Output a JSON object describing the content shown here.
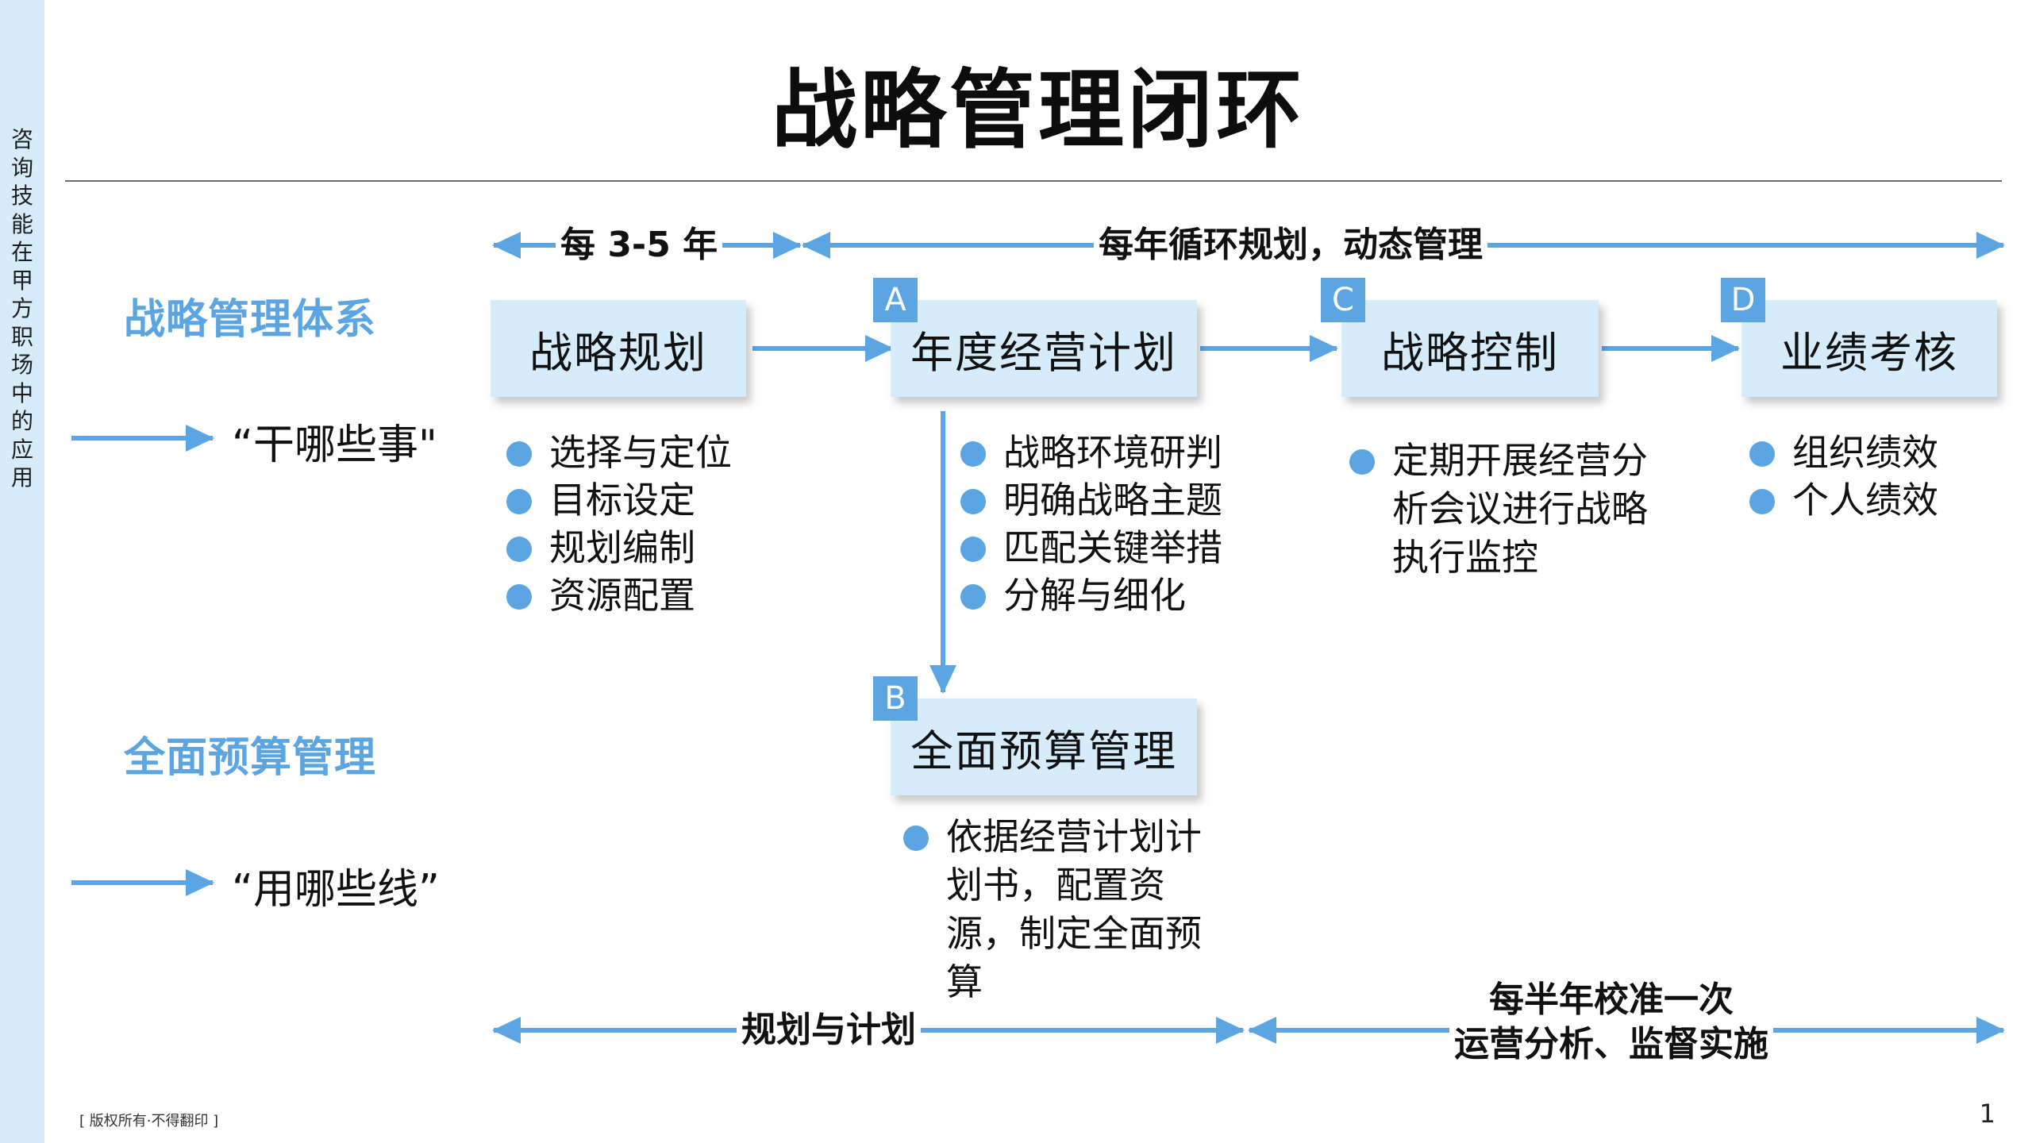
{
  "sidebar": {
    "text": "咨询技能在甲方职场中的应用"
  },
  "title": "战略管理闭环",
  "timing": {
    "every_3_5_years": "每 3-5 年",
    "annual_cycle": "每年循环规划，动态管理",
    "planning": "规划与计划",
    "half_year_line1": "每半年校准一次",
    "half_year_line2": "运营分析、监督实施"
  },
  "sections": {
    "strategy_system": "战略管理体系",
    "strategy_quote": "“干哪些事\"",
    "budget_system": "全面预算管理",
    "budget_quote": "“用哪些线”"
  },
  "boxes": {
    "strategic_planning": {
      "label": "战略规划",
      "bullets": [
        "选择与定位",
        "目标设定",
        "规划编制",
        "资源配置"
      ]
    },
    "annual_plan": {
      "badge": "A",
      "label": "年度经营计划",
      "bullets": [
        "战略环境研判",
        "明确战略主题",
        "匹配关键举措",
        "分解与细化"
      ]
    },
    "strategic_control": {
      "badge": "C",
      "label": "战略控制",
      "text_lines": [
        "定期开展经营分",
        "析会议进行战略",
        "执行监控"
      ]
    },
    "performance": {
      "badge": "D",
      "label": "业绩考核",
      "bullets": [
        "组织绩效",
        "个人绩效"
      ]
    },
    "budget": {
      "badge": "B",
      "label": "全面预算管理",
      "text_lines": [
        "依据经营计划计",
        "划书，配置资",
        "源，制定全面预",
        "算"
      ]
    }
  },
  "footer": {
    "copyright": "[ 版权所有·不得翻印 ]",
    "page": "1"
  },
  "colors": {
    "accent": "#5aa5e2",
    "box_fill": "#d6ecfa"
  }
}
